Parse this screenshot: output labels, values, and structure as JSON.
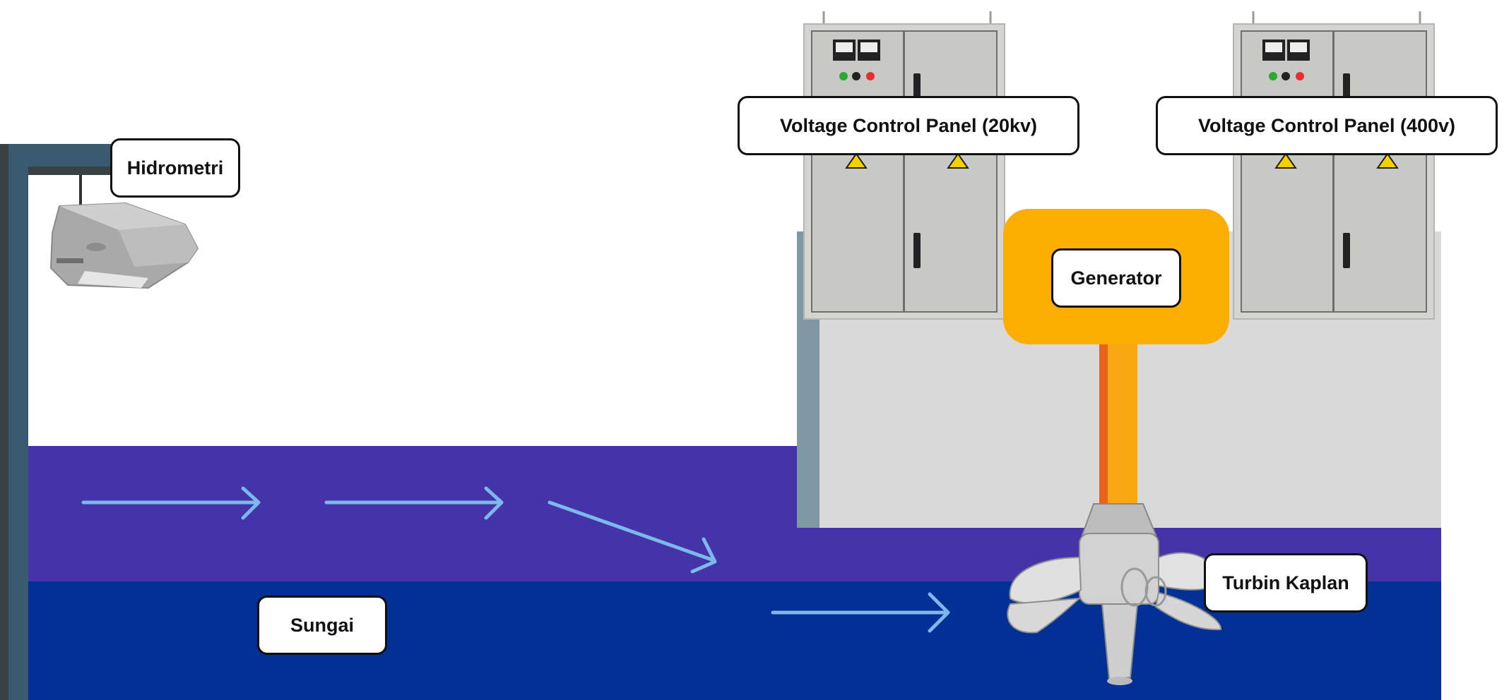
{
  "labels": {
    "hidrometri": "Hidrometri",
    "panel_20kv": "Voltage Control Panel (20kv)",
    "panel_400v": "Voltage Control Panel (400v)",
    "generator": "Generator",
    "sungai": "Sungai",
    "turbin": "Turbin Kaplan"
  },
  "colors": {
    "upper_water": "#4434a8",
    "lower_water": "#023095",
    "flow_arrow": "#7cb8ec",
    "generator": "#fcae00",
    "shaft": "#f7a812",
    "shaft_stripe": "#e8641a",
    "powerhouse_wall": "#d9d9d9",
    "powerhouse_edge": "#7f98a4",
    "hydro_post": "#3a5a70",
    "panel_body": "#c8c8c5",
    "label_border": "#111111"
  },
  "icons": {
    "hydrometer": "hydrometer-sensor-icon",
    "panel": "electrical-cabinet-icon",
    "turbine": "kaplan-turbine-icon",
    "warning": "high-voltage-warning-icon",
    "arrow": "flow-arrow-icon"
  }
}
